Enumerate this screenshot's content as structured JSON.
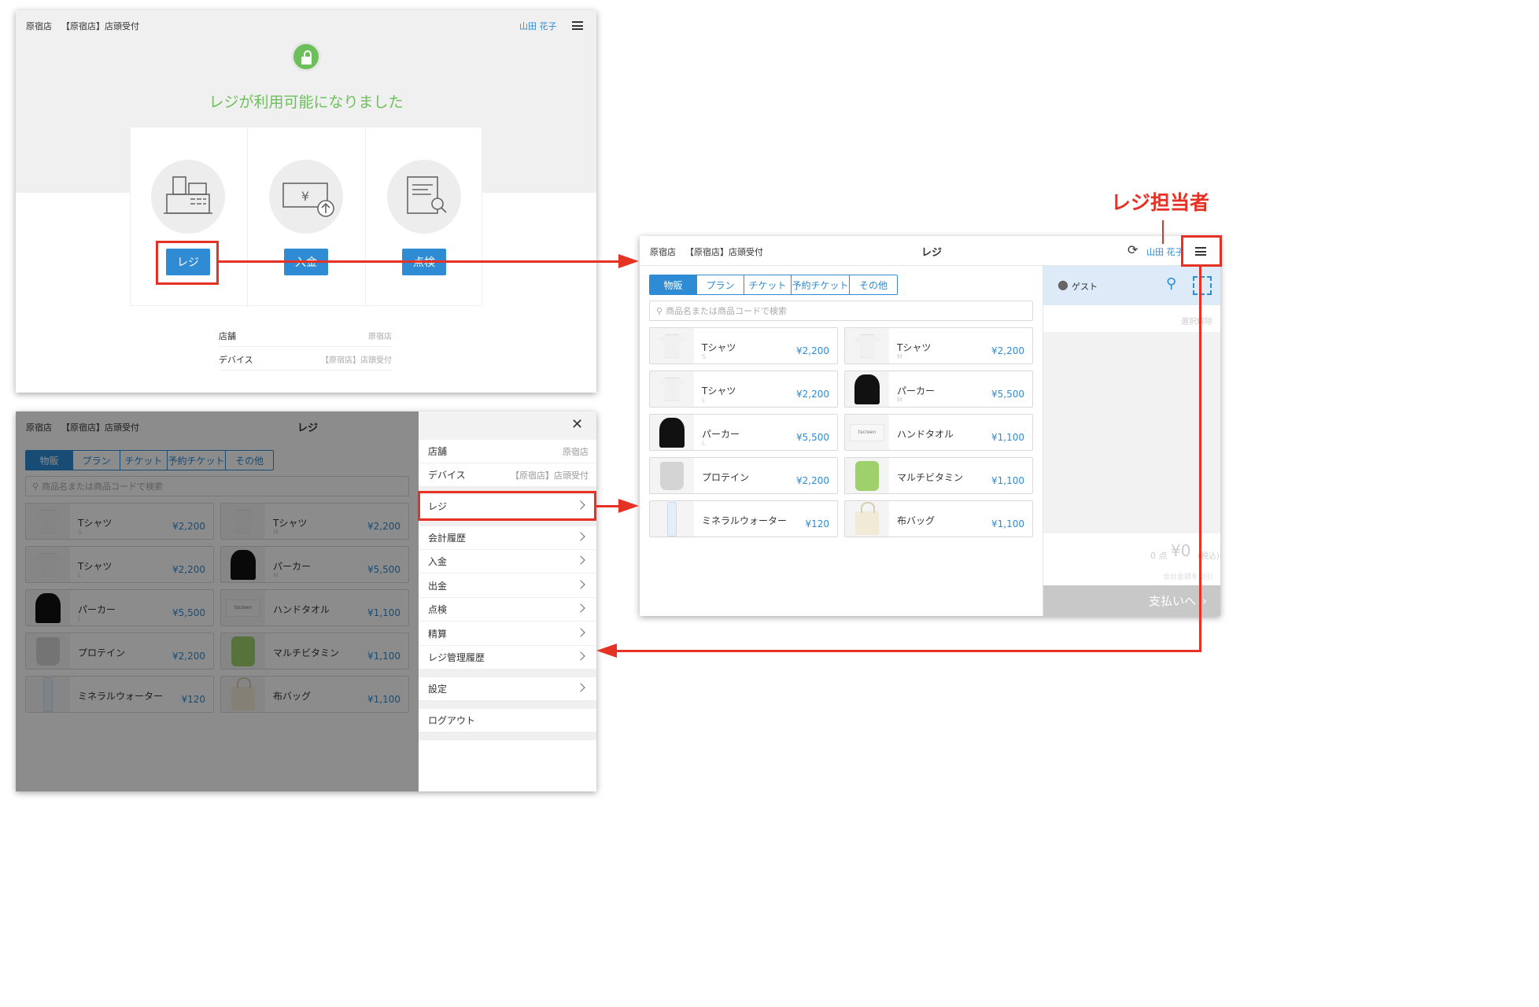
{
  "p1": {
    "store": "原宿店",
    "device": "【原宿店】店頭受付",
    "user": "山田 花子",
    "message": "レジが利用可能になりました",
    "actions": [
      "レジ",
      "入金",
      "点検"
    ],
    "info": [
      {
        "label": "店舗",
        "value": "原宿店"
      },
      {
        "label": "デバイス",
        "value": "【原宿店】店頭受付"
      }
    ]
  },
  "register": {
    "store": "原宿店",
    "device": "【原宿店】店頭受付",
    "title": "レジ",
    "user": "山田 花子",
    "tabs": [
      "物販",
      "プラン",
      "チケット",
      "予約チケット",
      "その他"
    ],
    "search_placeholder": "商品名または商品コードで検索",
    "products": [
      {
        "name": "Tシャツ",
        "size": "S",
        "price": "¥2,200",
        "thumb": "tshirt"
      },
      {
        "name": "Tシャツ",
        "size": "M",
        "price": "¥2,200",
        "thumb": "tshirt"
      },
      {
        "name": "Tシャツ",
        "size": "L",
        "price": "¥2,200",
        "thumb": "tshirt"
      },
      {
        "name": "パーカー",
        "size": "M",
        "price": "¥5,500",
        "thumb": "hoodie"
      },
      {
        "name": "パーカー",
        "size": "L",
        "price": "¥5,500",
        "thumb": "hoodie"
      },
      {
        "name": "ハンドタオル",
        "size": "",
        "price": "¥1,100",
        "thumb": "towel"
      },
      {
        "name": "プロテイン",
        "size": "",
        "price": "¥2,200",
        "thumb": "protein"
      },
      {
        "name": "マルチビタミン",
        "size": "",
        "price": "¥1,100",
        "thumb": "vitamin"
      },
      {
        "name": "ミネラルウォーター",
        "size": "",
        "price": "¥120",
        "thumb": "bottle"
      },
      {
        "name": "布バッグ",
        "size": "",
        "price": "¥1,100",
        "thumb": "tote"
      }
    ],
    "towel_logo": "tscreen",
    "guest": "ゲスト",
    "clear_selection": "選択解除",
    "count": "0 点",
    "total": "¥0",
    "tax": "(税込)",
    "total_note": "合計金額を割引",
    "pay": "支払いへ"
  },
  "menu": {
    "info": [
      {
        "label": "店舗",
        "value": "原宿店"
      },
      {
        "label": "デバイス",
        "value": "【原宿店】店頭受付"
      }
    ],
    "items": [
      "レジ",
      "会計履歴",
      "入金",
      "出金",
      "点検",
      "精算",
      "レジ管理履歴"
    ],
    "settings": "設定",
    "logout": "ログアウト"
  },
  "annotation": {
    "label": "レジ担当者"
  },
  "colors": {
    "accent": "#2f8bd3",
    "success": "#6cbf5a",
    "annotation": "#e53224"
  }
}
